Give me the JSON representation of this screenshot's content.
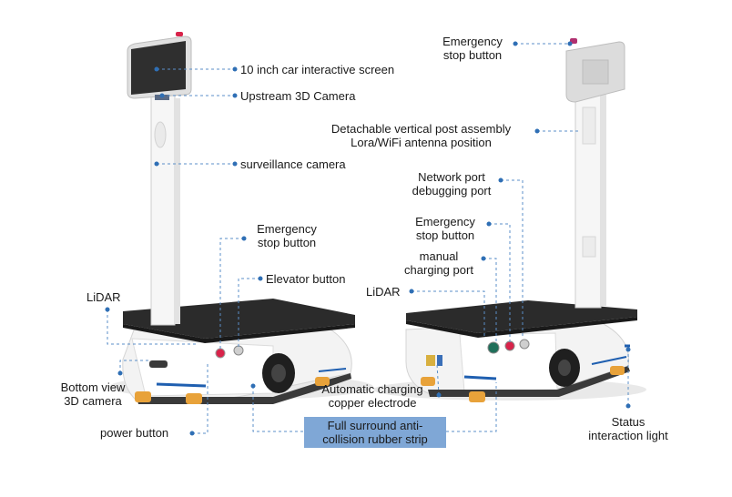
{
  "labels": {
    "screen": "10 inch car interactive screen",
    "camera_up": "Upstream 3D Camera",
    "surveillance": "surveillance camera",
    "estop_left_1": "Emergency",
    "estop_left_2": "stop button",
    "elevator": "Elevator button",
    "lidar_left": "LiDAR",
    "bottom_cam_1": "Bottom view",
    "bottom_cam_2": "3D camera",
    "power": "power button",
    "estop_top_1": "Emergency",
    "estop_top_2": "stop button",
    "post_1": "Detachable vertical post assembly",
    "post_2": "Lora/WiFi antenna position",
    "network_1": "Network port",
    "network_2": "debugging port",
    "estop_mid_1": "Emergency",
    "estop_mid_2": "stop button",
    "charging_1": "manual",
    "charging_2": "charging port",
    "lidar_right": "LiDAR",
    "electrode_1": "Automatic charging",
    "electrode_2": "copper electrode",
    "bumper_1": "Full surround anti-",
    "bumper_2": "collision rubber strip",
    "status_1": "Status",
    "status_2": "interaction light"
  },
  "colors": {
    "leader": "#5b8fc8",
    "dot": "#2f6fb5",
    "banner": "#7fa7d6",
    "deck": "#2b2b2b",
    "body": "#f4f4f4",
    "wheel": "#e8a23a",
    "accent": "#1f5fb0",
    "estop": "#d8234a"
  }
}
